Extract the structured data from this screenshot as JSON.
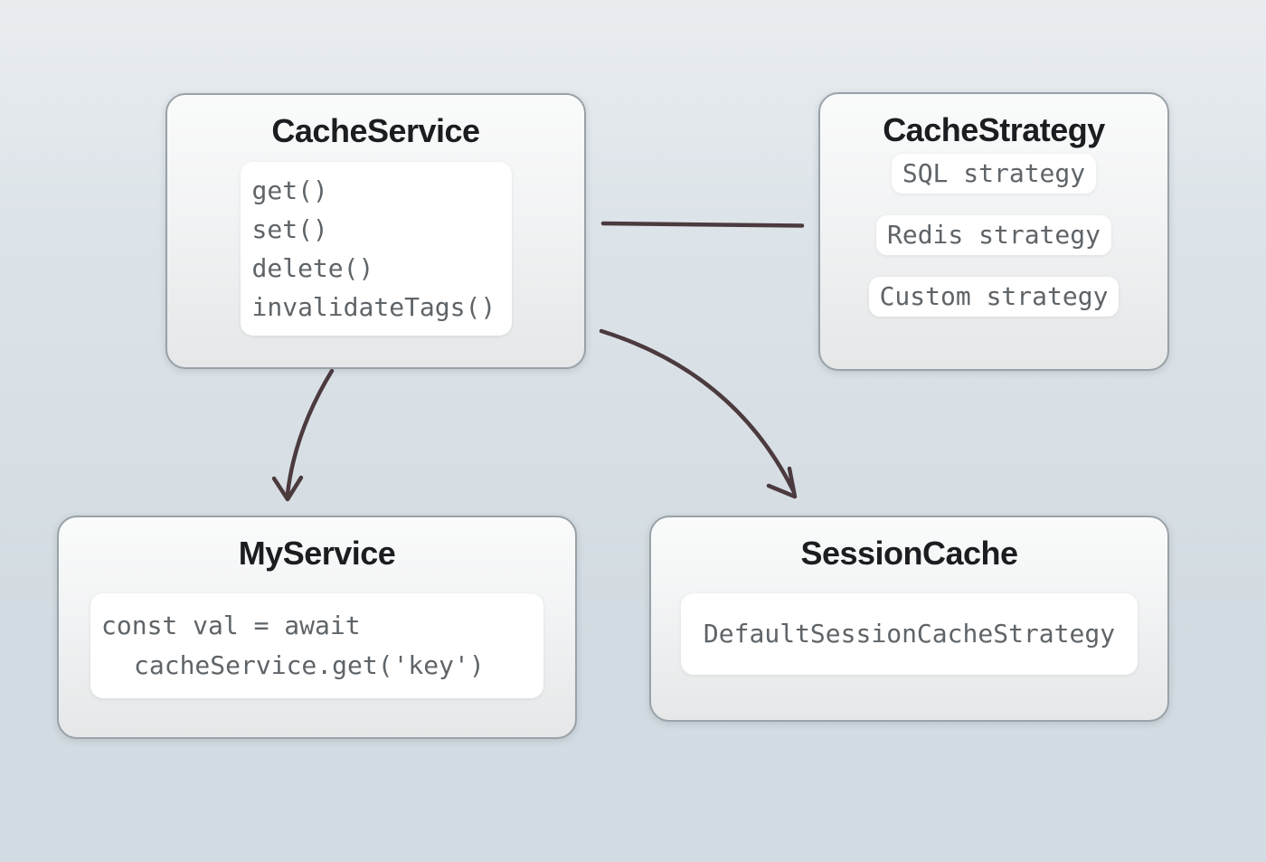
{
  "diagram": {
    "nodes": {
      "cache_service": {
        "title": "CacheService",
        "methods": [
          "get()",
          "set()",
          "delete()",
          "invalidateTags()"
        ]
      },
      "cache_strategy": {
        "title": "CacheStrategy",
        "strategies": [
          "SQL strategy",
          "Redis strategy",
          "Custom strategy"
        ]
      },
      "my_service": {
        "title": "MyService",
        "code_lines": [
          "const val = await",
          "cacheService.get('key')"
        ]
      },
      "session_cache": {
        "title": "SessionCache",
        "strategy": "DefaultSessionCacheStrategy"
      }
    },
    "edges": [
      {
        "from": "CacheService",
        "to": "CacheStrategy",
        "style": "plain-line"
      },
      {
        "from": "CacheService",
        "to": "MyService",
        "style": "curved-arrow"
      },
      {
        "from": "CacheService",
        "to": "SessionCache",
        "style": "curved-arrow"
      }
    ],
    "colors": {
      "background_top": "#eaedf0",
      "background_bottom": "#d2dbe1",
      "node_border": "#99a2a8",
      "node_fill": "#f2f3f4",
      "panel_fill": "#ffffff",
      "title_text": "#1b1d20",
      "code_text": "#5f6468",
      "connector": "#4b3a3e"
    }
  }
}
